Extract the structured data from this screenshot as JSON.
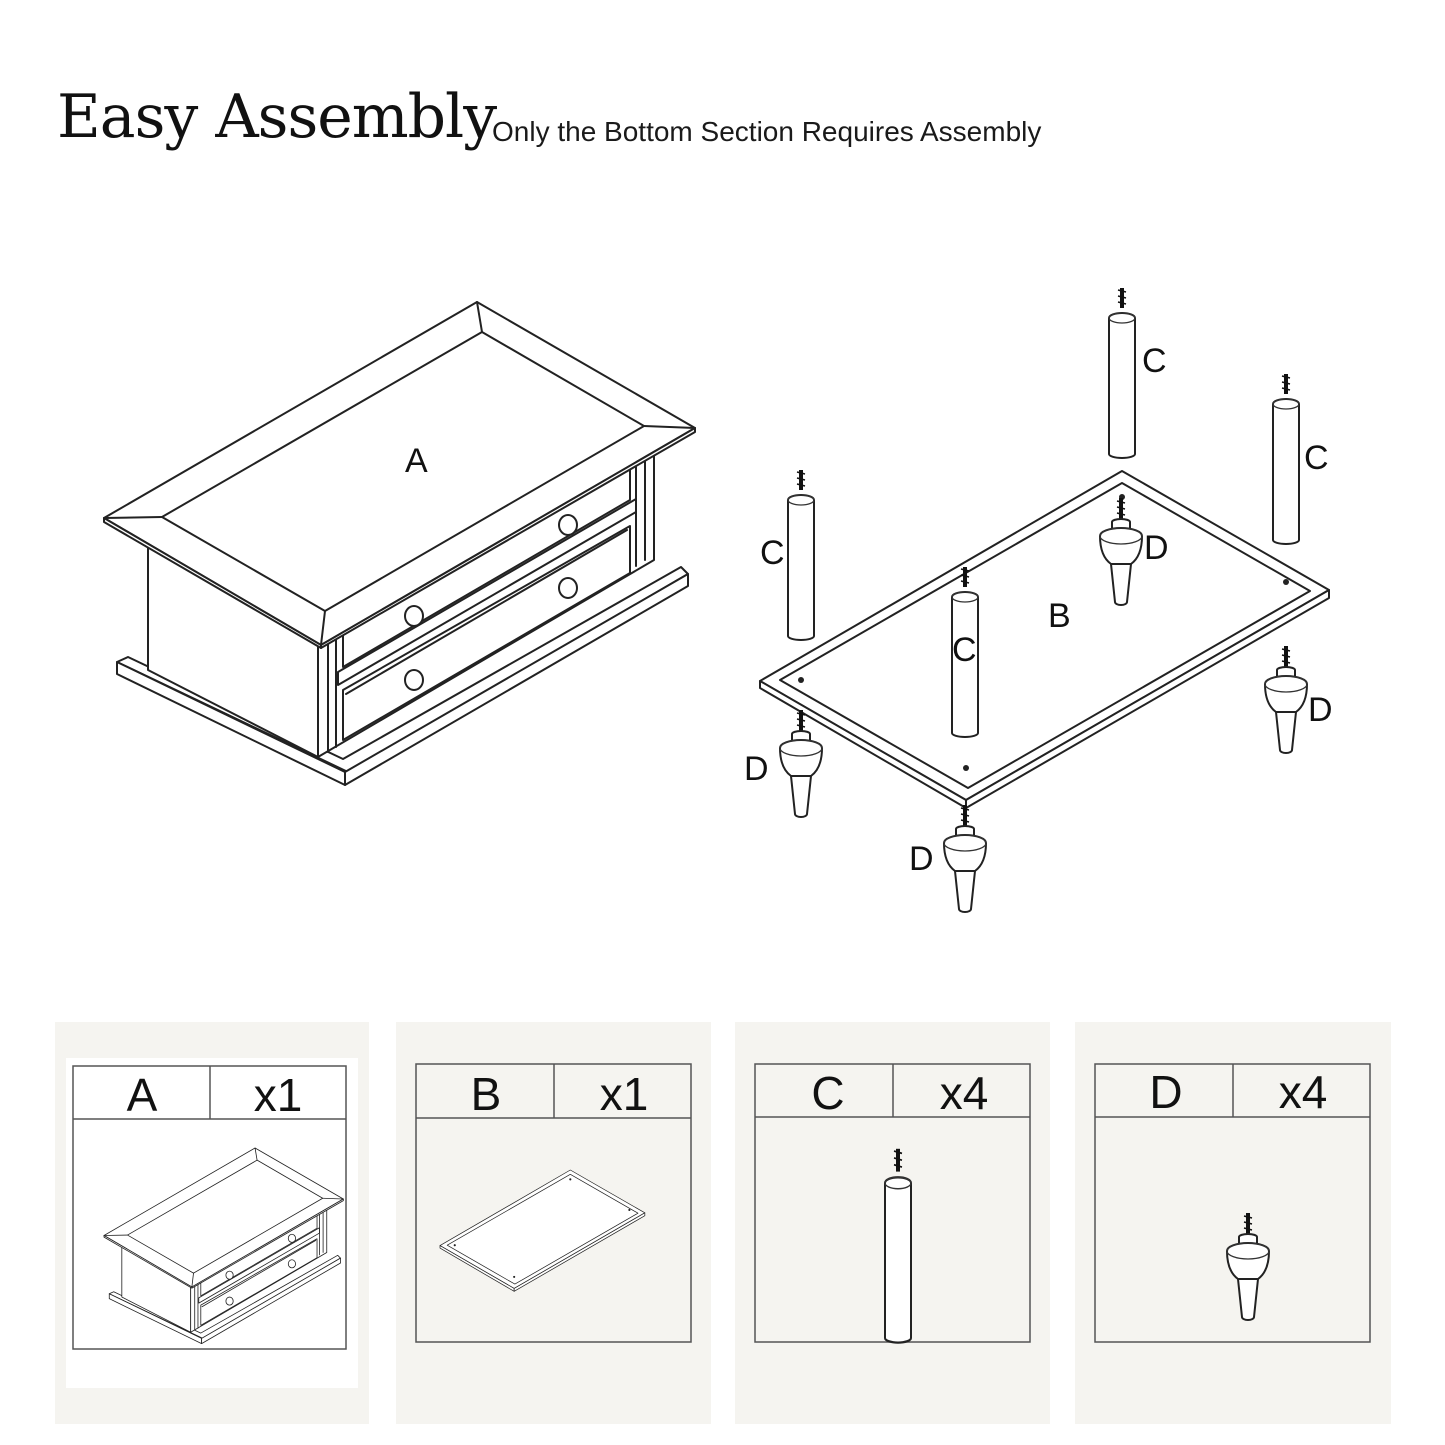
{
  "header": {
    "title": "Easy Assembly",
    "subtitle": "Only the Bottom Section Requires Assembly"
  },
  "diagram": {
    "part_a_label": "A",
    "part_b_label": "B",
    "part_c_label": "C",
    "part_d_label": "D"
  },
  "parts": [
    {
      "letter": "A",
      "qty": "x1"
    },
    {
      "letter": "B",
      "qty": "x1"
    },
    {
      "letter": "C",
      "qty": "x4"
    },
    {
      "letter": "D",
      "qty": "x4"
    }
  ],
  "colors": {
    "card_bg": "#f5f4f0",
    "line": "#222222",
    "background": "#ffffff"
  }
}
